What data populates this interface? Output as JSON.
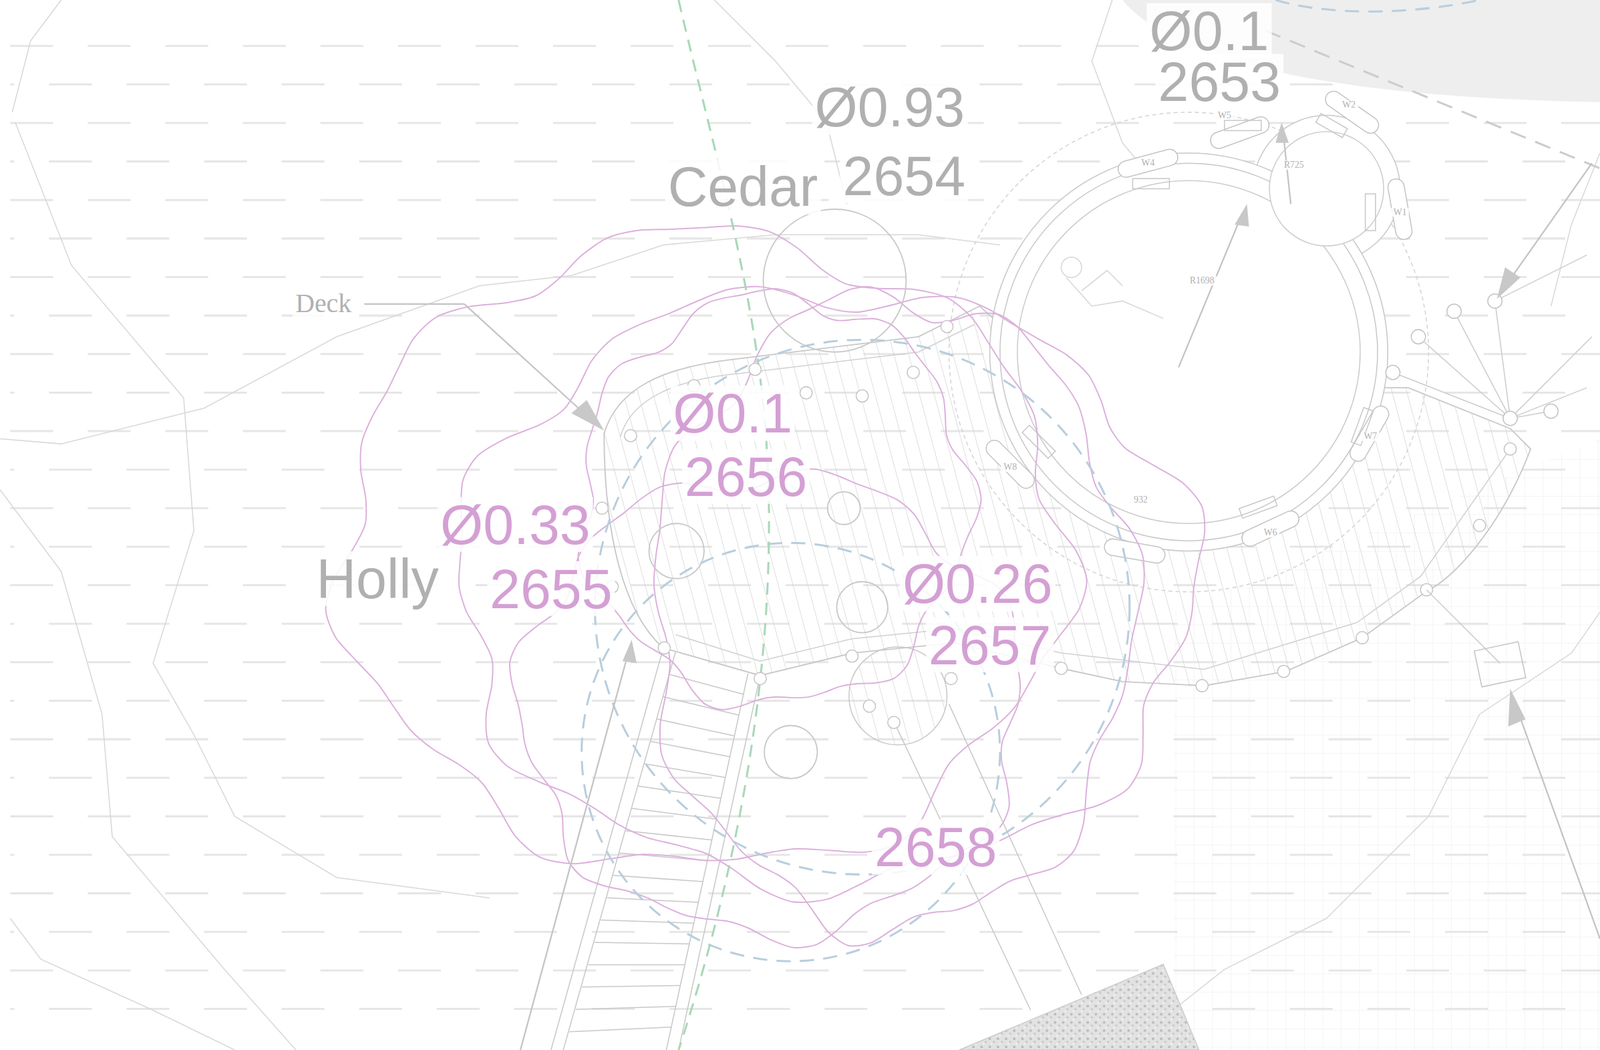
{
  "diagram": {
    "labels": [
      "Ø0.1",
      "2653",
      "Ø0.93",
      "2654",
      "Cedar",
      "W5",
      "W4",
      "W2",
      "R725",
      "W1",
      "R1698",
      "Deck",
      "Ø0.1",
      "2656",
      "W7",
      "W8",
      "932",
      "Ø0.33",
      "W6",
      "Holly",
      "Ø0.26",
      "2655",
      "2657",
      "2658"
    ]
  }
}
